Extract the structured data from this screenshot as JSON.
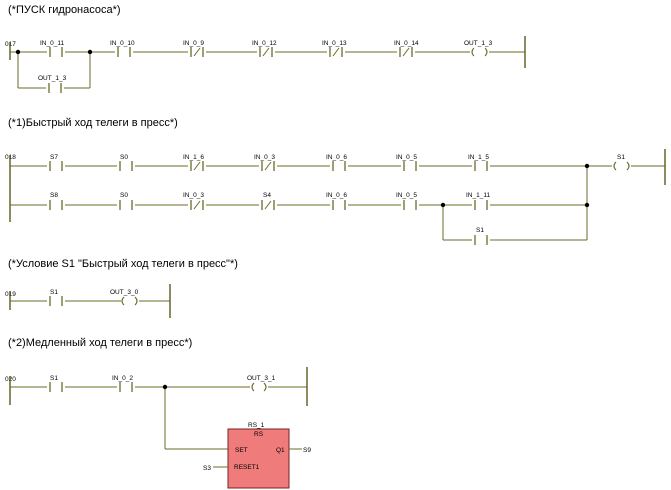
{
  "comments": [
    "(*ПУСК гидронасоса*)",
    "(*1)Быстрый ход телеги в пресс*)",
    "(*Условие S1 \"Быстрый ход телеги в пресс\"*)",
    "(*2)Медленный ход телеги в пресс*)"
  ],
  "rungs": {
    "r017": {
      "number": "017",
      "main": [
        "IN_0_11",
        "IN_0_10",
        "IN_0_9",
        "IN_0_12",
        "IN_0_13",
        "IN_0_14"
      ],
      "branch": "OUT_1_3",
      "coil": "OUT_1_3"
    },
    "r018": {
      "number": "018",
      "row1": [
        "S7",
        "S0",
        "IN_1_6",
        "IN_0_3",
        "IN_0_6",
        "IN_0_5",
        "IN_1_5"
      ],
      "row2": [
        "S8",
        "S0",
        "IN_0_3",
        "S4",
        "IN_0_6",
        "IN_0_5",
        "IN_1_11"
      ],
      "branch": "S1",
      "coil": "S1"
    },
    "r019": {
      "number": "019",
      "contact": "S1",
      "coil": "OUT_3_0"
    },
    "r020": {
      "number": "020",
      "contacts": [
        "S1",
        "IN_0_2"
      ],
      "coil": "OUT_3_1",
      "block": {
        "instance": "RS_1",
        "type": "RS",
        "in_set": "SET",
        "in_reset": "RESET1",
        "out": "Q1",
        "out_var": "S9",
        "reset_var": "S3"
      }
    }
  },
  "colors": {
    "wire": "#6b6b2a",
    "block_fill": "#f07b7b",
    "background": "#ffffff"
  }
}
